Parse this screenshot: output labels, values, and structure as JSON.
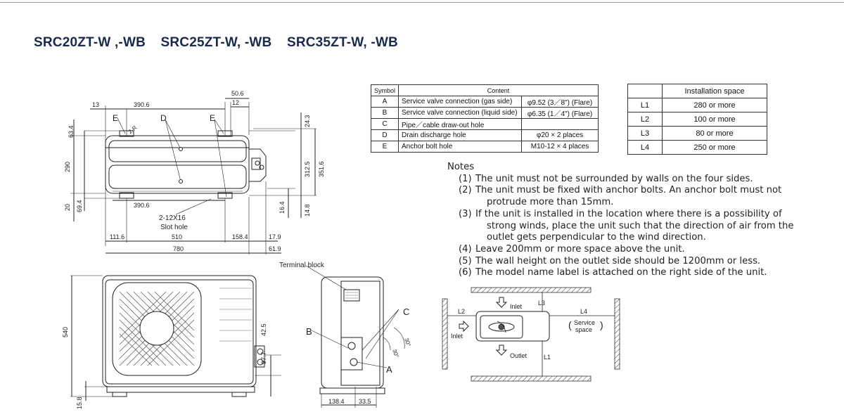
{
  "title": {
    "models": [
      "SRC20ZT-W ,-WB",
      "SRC25ZT-W, -WB",
      "SRC35ZT-W, -WB"
    ]
  },
  "symbol_table": {
    "headers": [
      "Symbol",
      "Content"
    ],
    "rows": [
      {
        "symbol": "A",
        "content": "Service valve connection (gas side)",
        "value": "φ9.52 (3／8\") (Flare)"
      },
      {
        "symbol": "B",
        "content": "Service valve connection (liquid side)",
        "value": "φ6.35 (1／4\") (Flare)"
      },
      {
        "symbol": "C",
        "content": "Pipe／cable draw-out hole",
        "value": ""
      },
      {
        "symbol": "D",
        "content": "Drain discharge hole",
        "value": "φ20 × 2 places"
      },
      {
        "symbol": "E",
        "content": "Anchor bolt hole",
        "value": "M10-12 × 4 places"
      }
    ]
  },
  "install_table": {
    "header": "Installation space",
    "rows": [
      {
        "label": "L1",
        "value": "280  or more"
      },
      {
        "label": "L2",
        "value": "100  or more"
      },
      {
        "label": "L3",
        "value": "80  or more"
      },
      {
        "label": "L4",
        "value": "250  or more"
      }
    ]
  },
  "notes": {
    "title": "Notes",
    "items": [
      {
        "num": "(1)",
        "lines": [
          "The unit must not be surrounded by walls on the four sides."
        ]
      },
      {
        "num": "(2)",
        "lines": [
          "The unit must be fixed with anchor bolts. An anchor bolt must not",
          "protrude more than 15mm."
        ]
      },
      {
        "num": "(3)",
        "lines": [
          "If the unit is installed in the location where there is a possibility of",
          "strong winds, place the unit such that the direction of air from the",
          "outlet gets perpendicular to the wind direction."
        ]
      },
      {
        "num": "(4)",
        "lines": [
          "Leave 200mm or more space above the unit."
        ]
      },
      {
        "num": "(5)",
        "lines": [
          "The wall height on the outlet side should be 1200mm or less."
        ]
      },
      {
        "num": "(6)",
        "lines": [
          "The model name label is attached on the right side of the unit."
        ]
      }
    ]
  },
  "top_view": {
    "dims": {
      "d13": "13",
      "d390_top": "390.6",
      "d50_6": "50.6",
      "d12": "12",
      "d63_4": "63.4",
      "d290": "290",
      "d20": "20",
      "d69_4": "69.4",
      "d24_3": "24.3",
      "d312_5": "312.5",
      "d351_6": "351.6",
      "d16_4": "16.4",
      "d14_8": "14.8",
      "d390_bot": "390.6",
      "d2_12x16": "2-12X16",
      "slot_hole": "Slot hole",
      "d111_6": "111.6",
      "d510": "510",
      "d158_4": "158.4",
      "d17_9": "17.9",
      "d780": "780",
      "d61_9": "61.9",
      "d2_r": "2-R"
    },
    "labels": {
      "e_left": "E",
      "d": "D",
      "e_right": "E"
    }
  },
  "front_view": {
    "dims": {
      "d540": "540",
      "d15_8": "15.8",
      "d42_5": "42.5",
      "d97_7": "97.7"
    }
  },
  "side_view": {
    "terminal_block": "Terminal block",
    "labels": {
      "b": "B",
      "c": "C",
      "a": "A"
    },
    "dims": {
      "d138_4": "138.4",
      "d33_5": "33.5",
      "a30": "30°",
      "a30b": "30°"
    }
  },
  "install_diagram": {
    "inlet_top": "Inlet",
    "inlet_left": "Inlet",
    "outlet": "Outlet",
    "service_space": [
      "Service",
      "space"
    ],
    "labels": {
      "l1": "L1",
      "l2": "L2",
      "l3": "L3",
      "l4": "L4"
    }
  }
}
